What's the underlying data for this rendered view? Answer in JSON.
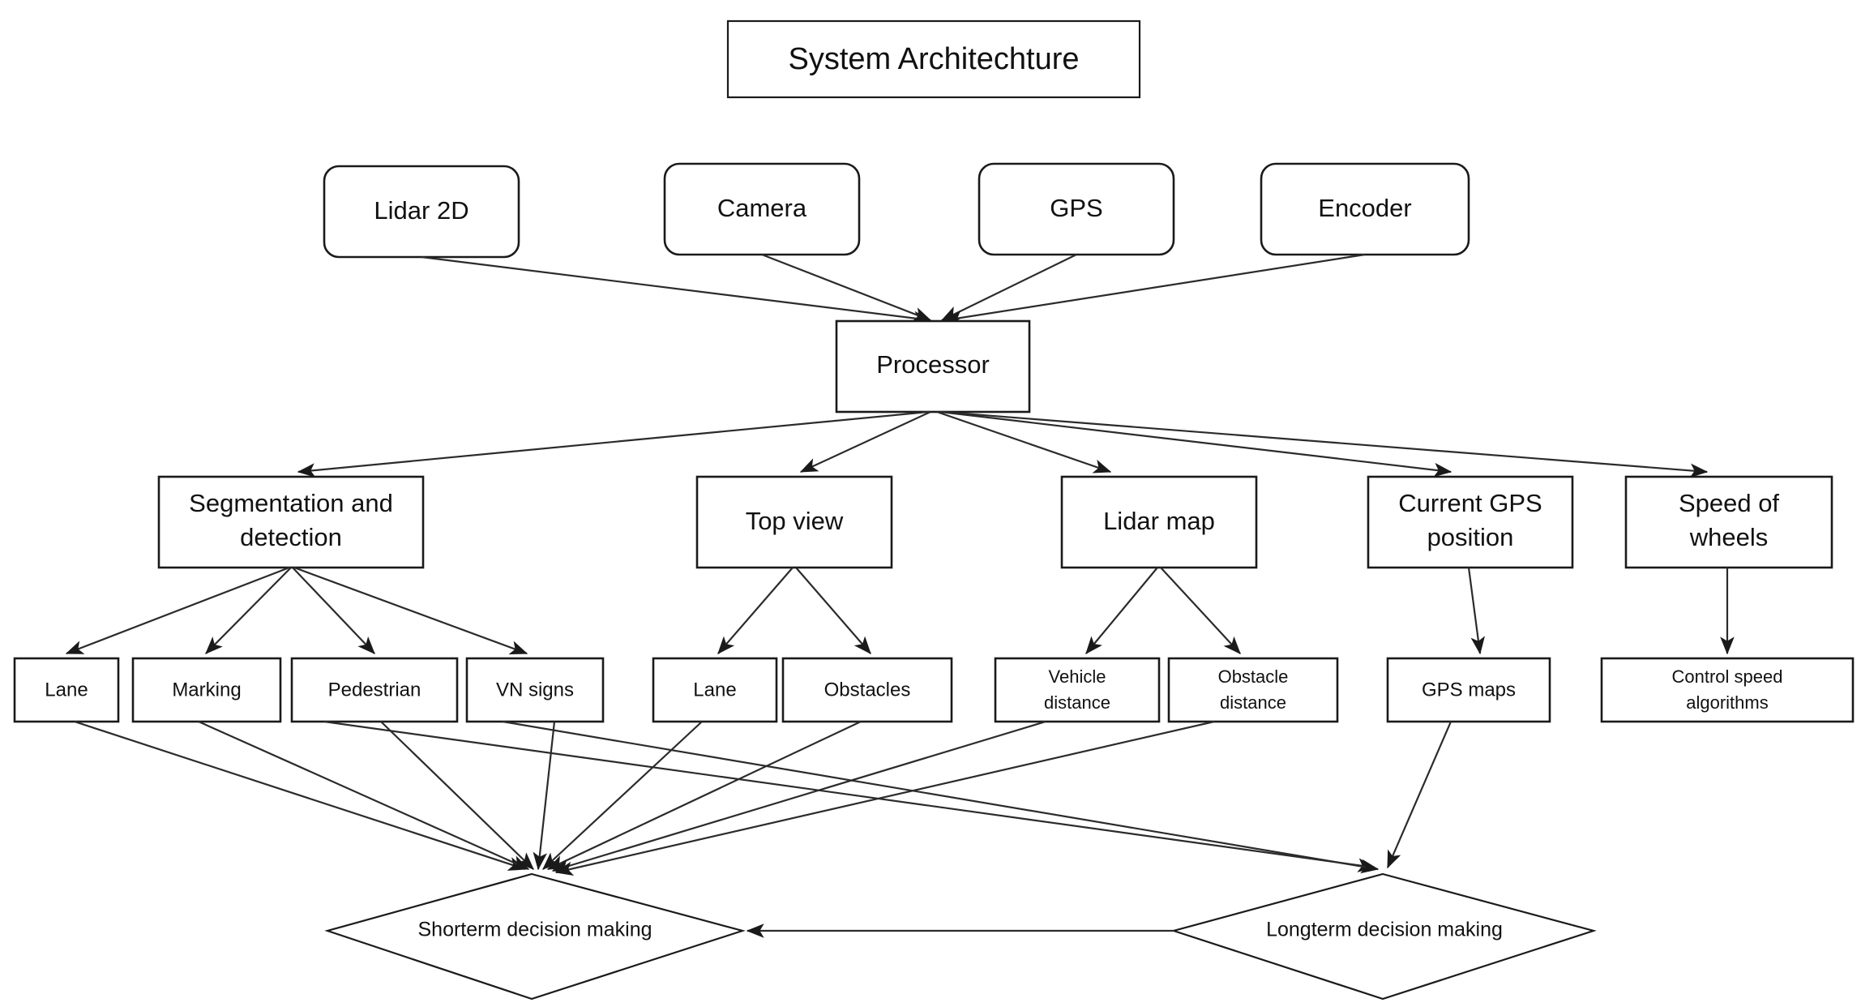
{
  "diagram": {
    "title": "System Architechture",
    "background_color": "#ffffff",
    "stroke_color": "#1a1a1a",
    "text_color": "#111111",
    "sensors": [
      {
        "label": "Lidar 2D"
      },
      {
        "label": "Camera"
      },
      {
        "label": "GPS"
      },
      {
        "label": "Encoder"
      }
    ],
    "processor": {
      "label": "Processor"
    },
    "middle": [
      {
        "label_line1": "Segmentation and",
        "label_line2": "detection"
      },
      {
        "label_line1": "Top view",
        "label_line2": ""
      },
      {
        "label_line1": "Lidar map",
        "label_line2": ""
      },
      {
        "label_line1": "Current GPS",
        "label_line2": "position"
      },
      {
        "label_line1": "Speed of",
        "label_line2": "wheels"
      }
    ],
    "leaves": [
      {
        "label_line1": "Lane",
        "label_line2": ""
      },
      {
        "label_line1": "Marking",
        "label_line2": ""
      },
      {
        "label_line1": "Pedestrian",
        "label_line2": ""
      },
      {
        "label_line1": "VN signs",
        "label_line2": ""
      },
      {
        "label_line1": "Lane",
        "label_line2": ""
      },
      {
        "label_line1": "Obstacles",
        "label_line2": ""
      },
      {
        "label_line1": "Vehicle",
        "label_line2": "distance"
      },
      {
        "label_line1": "Obstacle",
        "label_line2": "distance"
      },
      {
        "label_line1": "GPS maps",
        "label_line2": ""
      },
      {
        "label_line1": "Control speed",
        "label_line2": "algorithms"
      }
    ],
    "decisions": [
      {
        "label": "Shorterm decision making"
      },
      {
        "label": "Longterm decision making"
      }
    ]
  }
}
